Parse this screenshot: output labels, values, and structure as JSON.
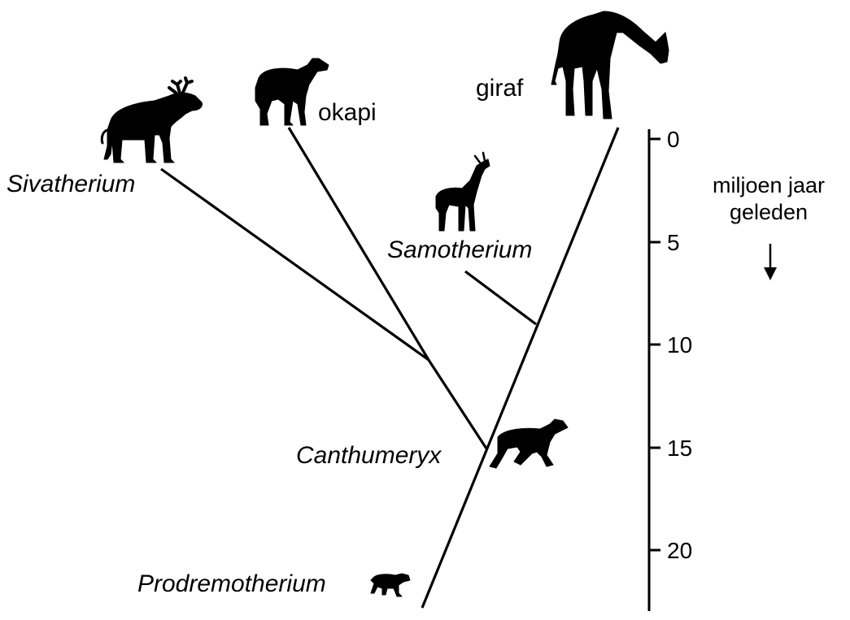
{
  "taxa": {
    "sivatherium": "Sivatherium",
    "okapi": "okapi",
    "giraffe": "giraf",
    "samotherium": "Samotherium",
    "canthumeryx": "Canthumeryx",
    "prodremotherium": "Prodremotherium"
  },
  "time_axis": {
    "title_line1": "miljoen jaar",
    "title_line2": "geleden",
    "ticks": [
      "0",
      "5",
      "10",
      "15",
      "20"
    ]
  },
  "silhouettes": {
    "sivatherium": "sivatherium-silhouette",
    "okapi": "okapi-silhouette",
    "giraffe": "giraffe-silhouette",
    "samotherium": "samotherium-silhouette",
    "canthumeryx": "canthumeryx-silhouette",
    "prodremotherium": "prodremotherium-silhouette"
  },
  "colors": {
    "ink": "#000000",
    "background": "#ffffff"
  }
}
